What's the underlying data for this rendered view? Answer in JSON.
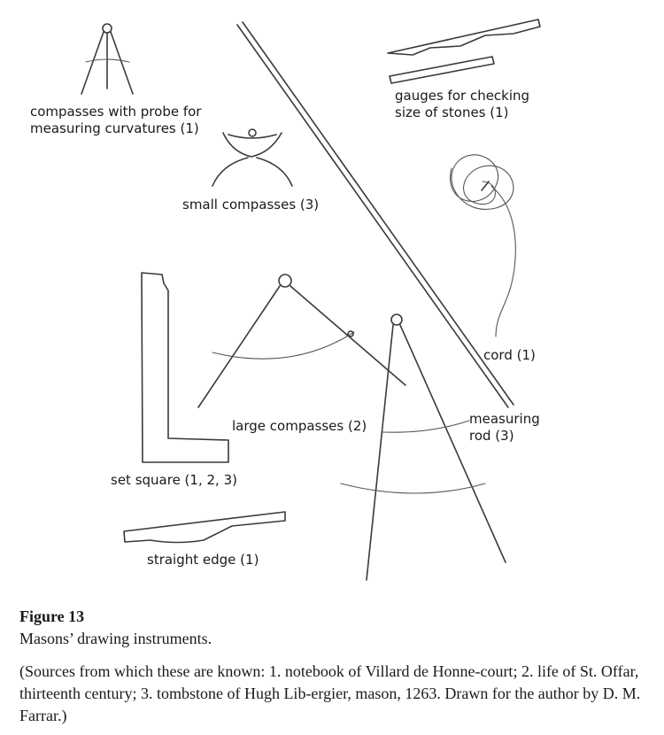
{
  "labels": {
    "compasses_probe": "compasses with probe for\nmeasuring curvatures (1)",
    "small_compasses": "small compasses  (3)",
    "gauges": "gauges for checking\nsize of stones (1)",
    "cord": "cord (1)",
    "large_compasses": "large compasses (2)",
    "measuring_rod": "measuring\nrod (3)",
    "set_square": "set square (1, 2, 3)",
    "straight_edge": "straight edge (1)"
  },
  "caption": {
    "title": "Figure 13",
    "subtitle": "Masons’ drawing instruments.",
    "note": "(Sources from which these are known: 1. notebook of Villard de Honne-court; 2. life of St. Offar, thirteenth century; 3. tombstone of Hugh Lib-ergier, mason, 1263. Drawn for the author by D. M. Farrar.)"
  }
}
